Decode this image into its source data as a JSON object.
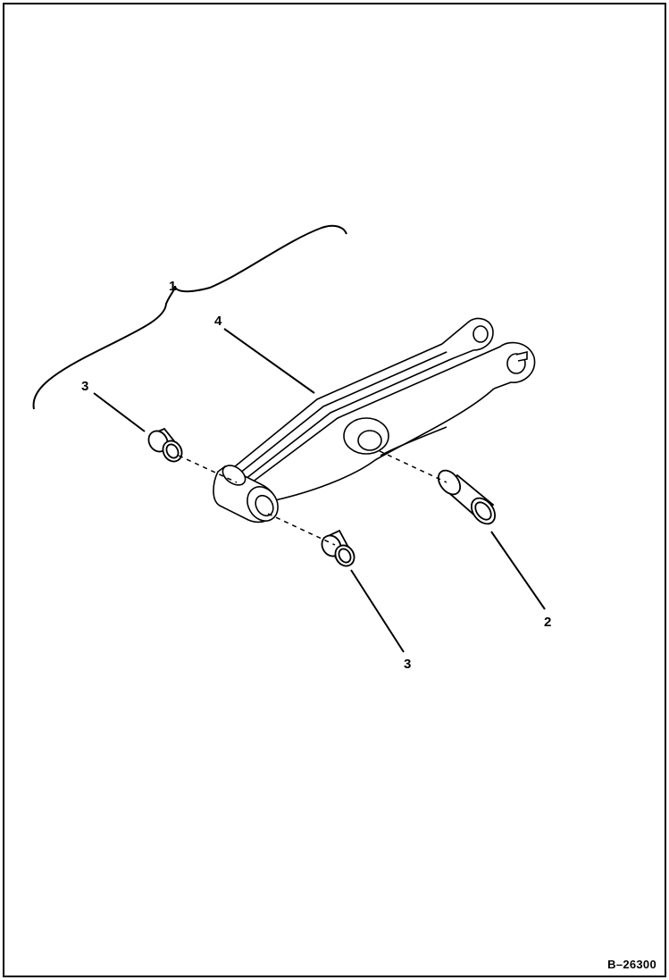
{
  "callouts": {
    "assembly": "1",
    "bushing_large": "2",
    "bushing_small_upper": "3",
    "bushing_small_lower": "3",
    "arm": "4"
  },
  "drawing_ref": "B–26300",
  "colors": {
    "line": "#000000",
    "background": "#ffffff"
  }
}
